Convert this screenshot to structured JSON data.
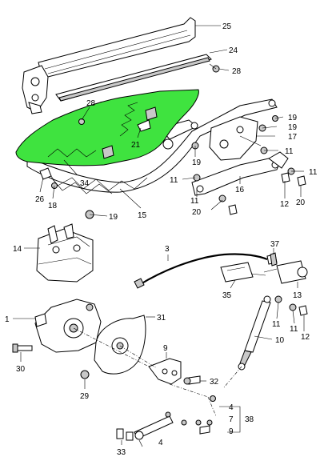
{
  "diagram": {
    "highlight_color": "#3fe33f",
    "callouts": {
      "c1": "1",
      "c3": "3",
      "c4a": "4",
      "c4b": "4",
      "c7": "7",
      "c9a": "9",
      "c9b": "9",
      "c10": "10",
      "c11a": "11",
      "c11b": "11",
      "c11c": "11",
      "c11d": "11",
      "c11e": "11",
      "c11f": "11",
      "c12a": "12",
      "c12b": "12",
      "c13": "13",
      "c14": "14",
      "c15": "15",
      "c16": "16",
      "c17": "17",
      "c18": "18",
      "c19a": "19",
      "c19b": "19",
      "c19c": "19",
      "c19d": "19",
      "c20a": "20",
      "c20b": "20",
      "c21": "21",
      "c24": "24",
      "c25": "25",
      "c26": "26",
      "c28a": "28",
      "c28b": "28",
      "c29": "29",
      "c30": "30",
      "c31": "31",
      "c32": "32",
      "c33": "33",
      "c34": "34",
      "c35": "35",
      "c37": "37",
      "c38": "38"
    }
  }
}
